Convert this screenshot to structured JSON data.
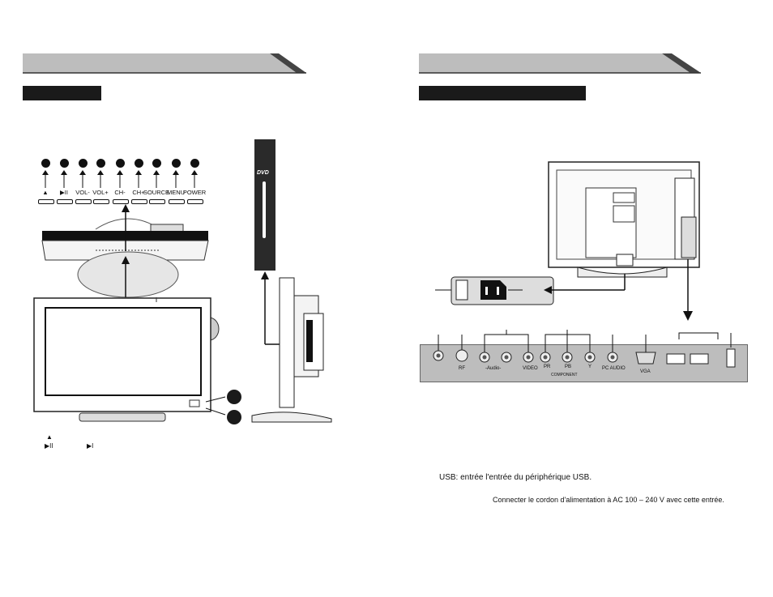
{
  "control_panel": {
    "buttons": [
      {
        "label": "▲",
        "icon": "eject-icon"
      },
      {
        "label": "▶II",
        "icon": "play-pause-icon"
      },
      {
        "label": "VOL-"
      },
      {
        "label": "VOL+"
      },
      {
        "label": "CH-"
      },
      {
        "label": "CH+"
      },
      {
        "label": "SOURCE"
      },
      {
        "label": "MENU"
      },
      {
        "label": "POWER"
      }
    ],
    "side_label": "DVD",
    "legend": [
      {
        "symbol": "▲"
      },
      {
        "symbol": "▶II",
        "symbol2": "▶I"
      }
    ]
  },
  "connections": {
    "ports": [
      {
        "label": "RF"
      },
      {
        "label": "-Audio-"
      },
      {
        "label": "VIDEO"
      },
      {
        "label": "PR"
      },
      {
        "label": "PB"
      },
      {
        "label": "Y"
      },
      {
        "label": "COMPONENT"
      },
      {
        "label": "PC AUDIO"
      },
      {
        "label": "VGA"
      }
    ],
    "notes": {
      "usb": "USB: entrée l'entrée du périphérique USB.",
      "power": "Connecter le cordon d'alimentation à AC 100 – 240 V avec cette entrée."
    }
  }
}
